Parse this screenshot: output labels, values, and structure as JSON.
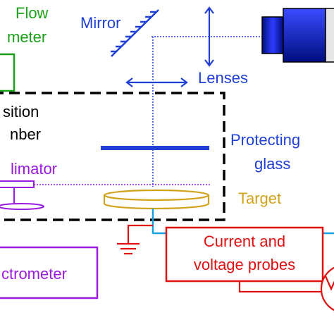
{
  "labels": {
    "flow_meter_line1": "Flow",
    "flow_meter_line2": "meter",
    "mirror": "Mirror",
    "lenses": "Lenses",
    "chamber_line1": "sition",
    "chamber_line2": "nber",
    "collimator": "limator",
    "protecting_glass_line1": "Protecting",
    "protecting_glass_line2": "glass",
    "target": "Target",
    "probes_line1": "Current and",
    "probes_line2": "voltage probes",
    "spectrometer": "ctrometer"
  },
  "colors": {
    "flow_meter": "#1aa01a",
    "optics": "#1f3fd6",
    "chamber": "#000000",
    "collimator": "#9a1ae0",
    "target": "#d1a21a",
    "probes": "#e01010",
    "wire": "#1aa0e0",
    "camera_light": "#2c3cff",
    "camera_dark": "#000e80"
  }
}
